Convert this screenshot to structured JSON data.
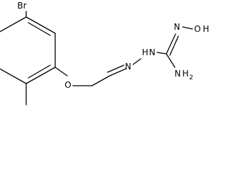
{
  "molecule": {
    "atom_labels": {
      "bromine": "Br",
      "ether_oxygen": "O",
      "hydrazone_nitrogen": "N",
      "hydrazine_nh": "H",
      "hydrazine_n": "N",
      "amidine_nitrogen": "N",
      "hydroxyl_oxygen": "O",
      "hydroxyl_hydrogen": "H",
      "amine_nitrogen": "N",
      "amine_hydrogen": "H",
      "amine_subscript": "2"
    }
  }
}
